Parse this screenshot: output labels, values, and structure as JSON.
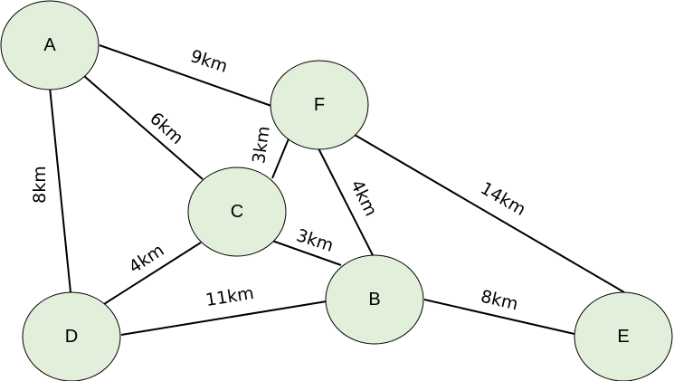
{
  "graph": {
    "node_fill": "#e2efda",
    "node_stroke": "#000000",
    "edge_color": "#000000",
    "nodes": [
      {
        "id": "A",
        "label": "A"
      },
      {
        "id": "F",
        "label": "F"
      },
      {
        "id": "C",
        "label": "C"
      },
      {
        "id": "B",
        "label": "B"
      },
      {
        "id": "D",
        "label": "D"
      },
      {
        "id": "E",
        "label": "E"
      }
    ],
    "edges": [
      {
        "from": "A",
        "to": "F",
        "label": "9km"
      },
      {
        "from": "A",
        "to": "C",
        "label": "6km"
      },
      {
        "from": "A",
        "to": "D",
        "label": "8km"
      },
      {
        "from": "F",
        "to": "C",
        "label": "3km"
      },
      {
        "from": "F",
        "to": "B",
        "label": "4km"
      },
      {
        "from": "F",
        "to": "E",
        "label": "14km"
      },
      {
        "from": "C",
        "to": "B",
        "label": "3km"
      },
      {
        "from": "C",
        "to": "D",
        "label": "4km"
      },
      {
        "from": "D",
        "to": "B",
        "label": "11km"
      },
      {
        "from": "B",
        "to": "E",
        "label": "8km"
      }
    ]
  }
}
